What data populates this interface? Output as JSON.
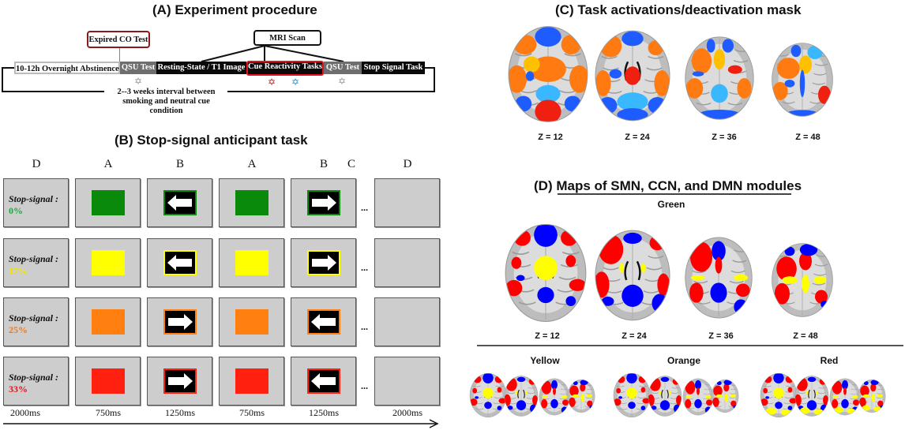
{
  "panel_a": {
    "title": "(A) Experiment procedure",
    "callouts": {
      "co_test": "Expired CO Test",
      "mri": "MRI Scan"
    },
    "timeline": [
      {
        "label": "10-12h Overnight Abstinence",
        "style": "white"
      },
      {
        "label": "QSU Test",
        "style": "gray"
      },
      {
        "label": "Resting-State / T1 Image",
        "style": "black"
      },
      {
        "label": "Cue Reactivity Tasks",
        "style": "black-highlight"
      },
      {
        "label": "QSU Test",
        "style": "gray"
      },
      {
        "label": "Stop Signal Task",
        "style": "black"
      }
    ],
    "stars": [
      {
        "marker": "star-of-david",
        "color": "#999999",
        "under": "QSU Test"
      },
      {
        "marker": "star-of-david",
        "color": "#e01b1b",
        "under": "Cue Reactivity Tasks"
      },
      {
        "marker": "star-of-david",
        "color": "#1f9be0",
        "under": "Cue Reactivity Tasks"
      },
      {
        "marker": "star-of-david",
        "color": "#999999",
        "under": "QSU Test"
      }
    ],
    "interval_note_line1": "2--3 weeks interval between",
    "interval_note_line2": "smoking and neutral cue condition",
    "colors": {
      "co_border": "#8b1a1a",
      "cue_border": "#e0141e"
    }
  },
  "panel_b": {
    "title": "(B) Stop-signal anticipant task",
    "column_letters": [
      "D",
      "A",
      "B",
      "A",
      "B",
      "C",
      "D"
    ],
    "stop_signal_label": "Stop-signal :",
    "ellipsis": "...",
    "rows": [
      {
        "percent": "0%",
        "pct_color": "#1aaa3c",
        "cue_color": "#0a8a0a",
        "arrows": [
          "left",
          "right"
        ]
      },
      {
        "percent": "17%",
        "pct_color": "#f2e600",
        "cue_color": "#ffff00",
        "arrows": [
          "left",
          "right"
        ]
      },
      {
        "percent": "25%",
        "pct_color": "#f07a10",
        "cue_color": "#ff8010",
        "arrows": [
          "right",
          "left"
        ]
      },
      {
        "percent": "33%",
        "pct_color": "#e8101a",
        "cue_color": "#ff2010",
        "arrows": [
          "right",
          "left"
        ]
      }
    ],
    "durations": [
      "2000ms",
      "750ms",
      "1250ms",
      "750ms",
      "1250ms",
      "2000ms"
    ]
  },
  "panel_c": {
    "title": "(C) Task activations/deactivation mask",
    "slices": [
      "Z = 12",
      "Z = 24",
      "Z = 36",
      "Z = 48"
    ],
    "colors": {
      "activation": "#ff8c00",
      "activation_peak": "#ffe000",
      "deactivation": "#1e60ff",
      "deactivation_peak": "#33c8ff"
    }
  },
  "panel_d": {
    "title": "(D)  Maps of SMN, CCN, and DMN modules",
    "main_condition": "Green",
    "slices": [
      "Z = 12",
      "Z = 24",
      "Z = 36",
      "Z = 48"
    ],
    "sub_conditions": [
      "Yellow",
      "Orange",
      "Red"
    ],
    "module_colors": {
      "red": "#ff0000",
      "blue": "#0000ff",
      "yellow": "#ffff00"
    }
  }
}
